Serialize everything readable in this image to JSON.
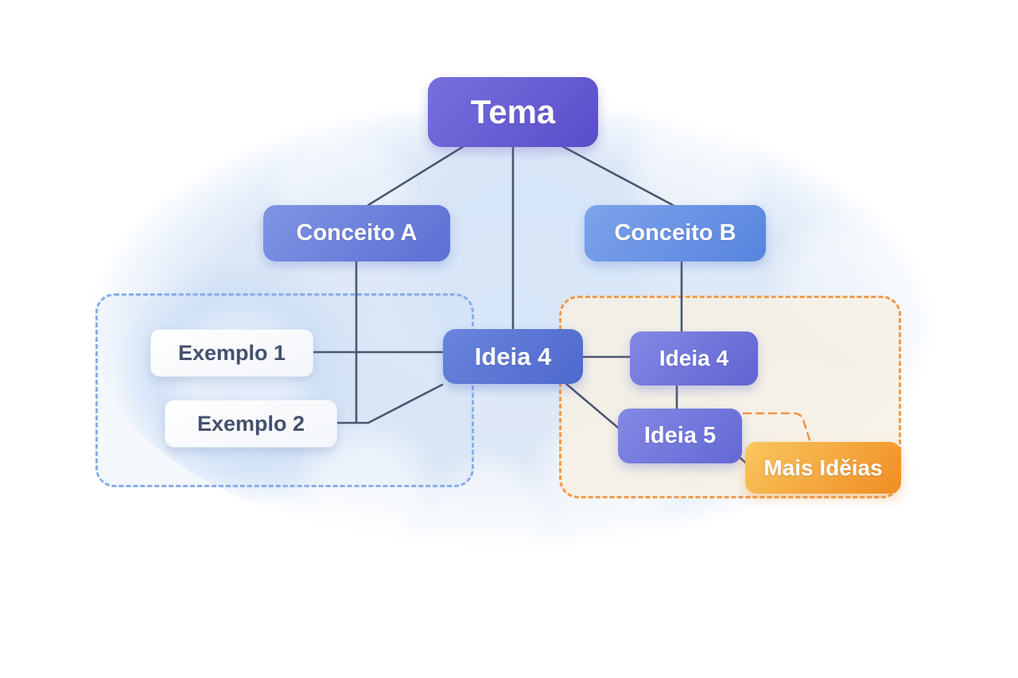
{
  "diagram": {
    "type": "mind-map",
    "nodes": {
      "tema": {
        "label": "Tema",
        "color_start": "#7670de",
        "color_end": "#5a4dc9"
      },
      "conceito_a": {
        "label": "Conceito A",
        "color_start": "#8095e4",
        "color_end": "#5b6fd3"
      },
      "conceito_b": {
        "label": "Conceito B",
        "color_start": "#7ea3eb",
        "color_end": "#5684de"
      },
      "exemplo_1": {
        "label": "Exemplo 1",
        "color_start": "#ffffff",
        "color_end": "#f2f5fa"
      },
      "exemplo_2": {
        "label": "Exemplo 2",
        "color_start": "#ffffff",
        "color_end": "#f2f5fa"
      },
      "ideia_4_center": {
        "label": "Ideia 4",
        "color_start": "#6a85dc",
        "color_end": "#4d68cd"
      },
      "ideia_4_right": {
        "label": "Ideia 4",
        "color_start": "#8489e5",
        "color_end": "#5f63d0"
      },
      "ideia_5": {
        "label": "Ideia 5",
        "color_start": "#8489e5",
        "color_end": "#6368d4"
      },
      "mais_ideias": {
        "label": "Mais Iděias",
        "color_start": "#f9c75f",
        "color_end": "#ef8c22"
      }
    },
    "groups": {
      "examples_group": {
        "style": "dashed",
        "border_color": "#8aaee8",
        "fill": "rgba(203,222,248,0.22)"
      },
      "ideas_group": {
        "style": "dashed",
        "border_color": "#f19a4c",
        "fill": "rgba(247,240,227,0.82)"
      },
      "mais_ideias_outline": {
        "style": "dashed",
        "border_color": "#f0964a"
      }
    },
    "edges": [
      {
        "from": "tema",
        "to": "conceito_a"
      },
      {
        "from": "tema",
        "to": "ideia_4_center"
      },
      {
        "from": "tema",
        "to": "conceito_b"
      },
      {
        "from": "conceito_a",
        "to": "examples_group"
      },
      {
        "from": "exemplo_1",
        "to": "ideia_4_center"
      },
      {
        "from": "exemplo_2",
        "to": "ideia_4_center"
      },
      {
        "from": "conceito_b",
        "to": "ideia_4_right"
      },
      {
        "from": "ideia_4_center",
        "to": "ideia_4_right"
      },
      {
        "from": "ideia_4_right",
        "to": "ideia_5"
      },
      {
        "from": "ideia_4_center",
        "to": "ideia_5"
      },
      {
        "from": "ideia_5",
        "to": "mais_ideias"
      }
    ],
    "colors": {
      "canvas": "#ffffff",
      "cloud_background": "#dde8f7",
      "connector_line": "#4b5770",
      "example_text": "#44506e",
      "node_text": "#ffffff"
    }
  }
}
